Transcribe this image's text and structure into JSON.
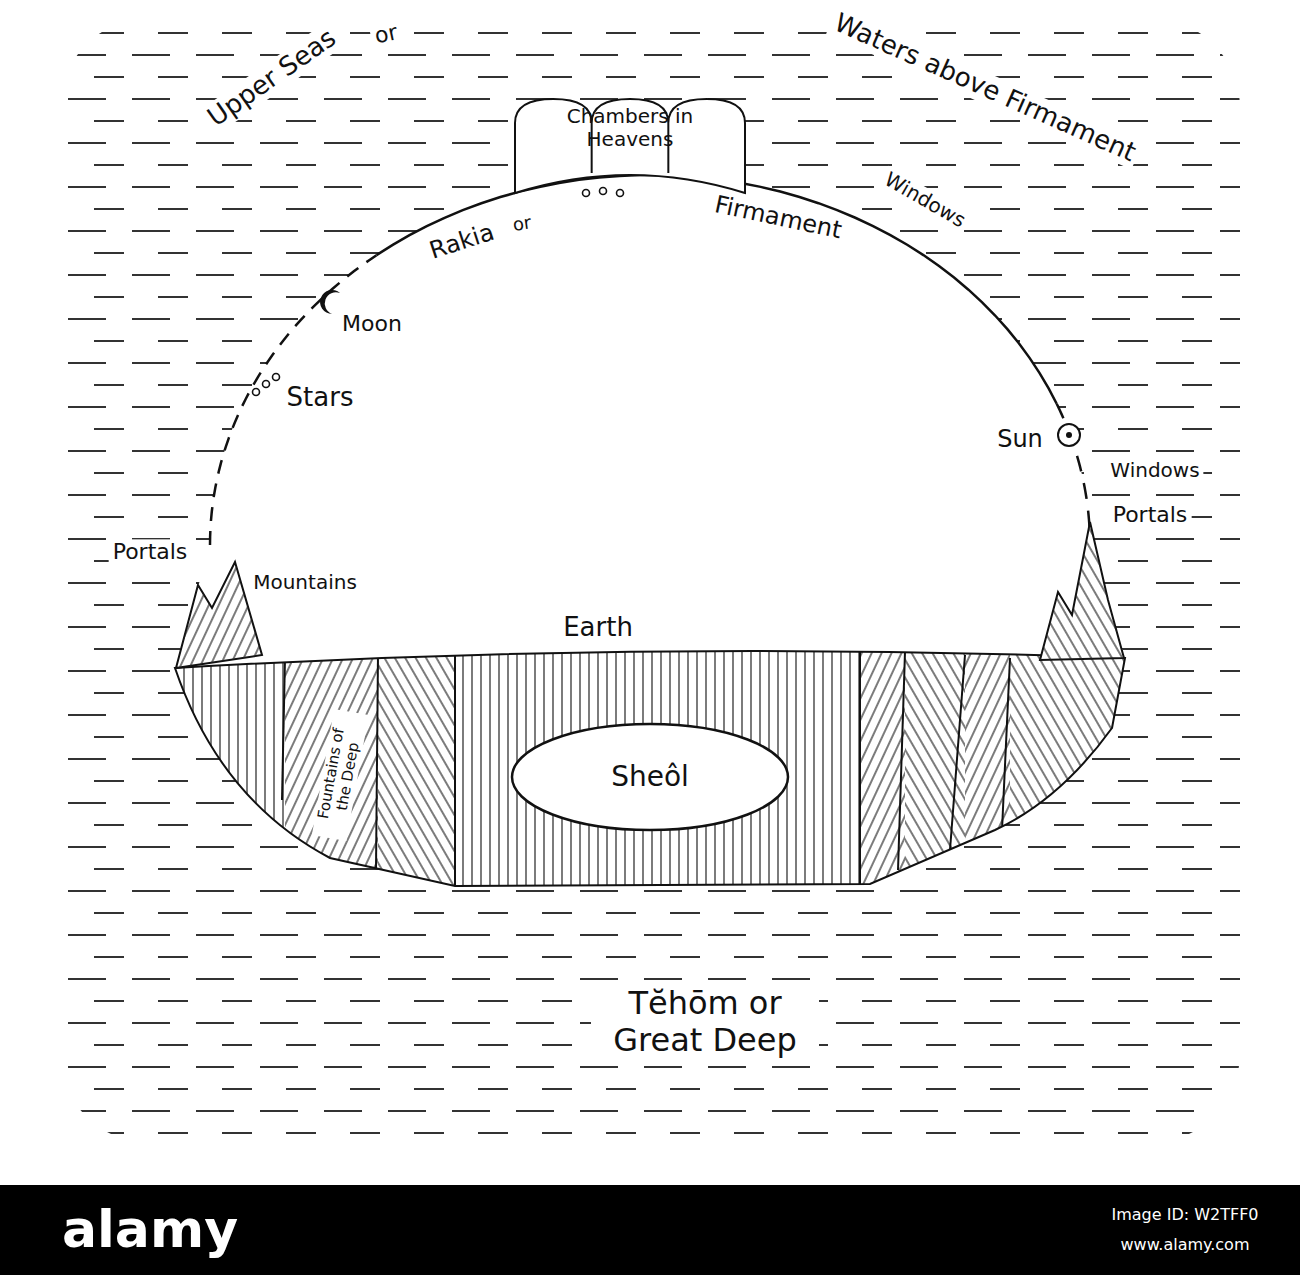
{
  "diagram": {
    "nodes": [
      {
        "text": [
          "Chambers in Heavens"
        ]
      },
      {
        "text": [
          "Sheôl"
        ]
      }
    ],
    "labels": [
      "Upper Seas",
      "or",
      "Waters above Firmament",
      "Rakia",
      "or",
      "Firmament",
      "Windows",
      "Moon",
      "Stars",
      "Sun",
      "Windows",
      "Portals",
      "Portals",
      "Mountains",
      "Earth",
      "Fountains of the Deep",
      "Tĕhōm or Great Deep",
      "alamy",
      "Image ID: W2TFF0",
      "www.alamy.com"
    ]
  }
}
